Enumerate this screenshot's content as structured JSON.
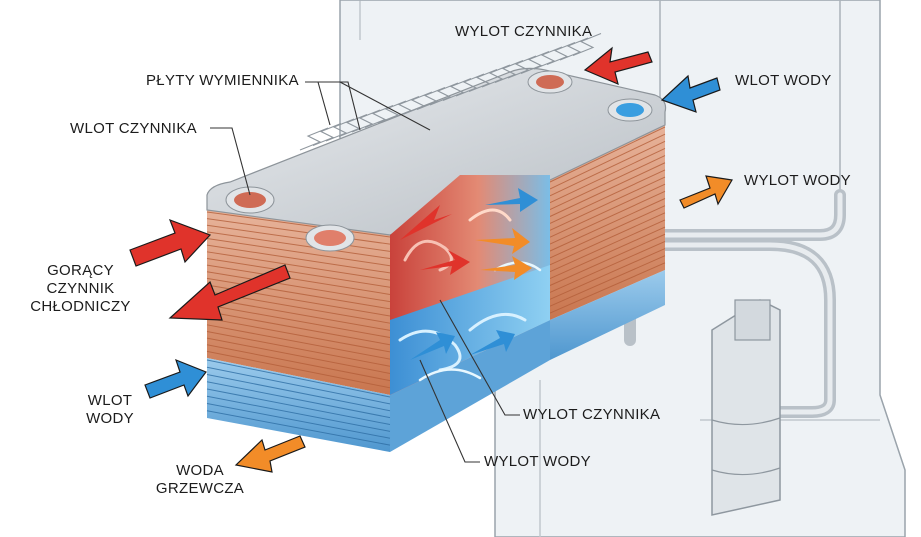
{
  "labels": {
    "wylot_czynnika_top": "WYLOT CZYNNIKA",
    "wlot_wody_top": "WLOT WODY",
    "plyty": "PŁYTY WYMIENNIKA",
    "wlot_czynnika_left": "WLOT CZYNNIKA",
    "wylot_wody_right": "WYLOT WODY",
    "goracy_1": "GORĄCY",
    "goracy_2": "CZYNNIK",
    "goracy_3": "CHŁODNICZY",
    "wlot_wody_left_1": "WLOT",
    "wlot_wody_left_2": "WODY",
    "wylot_czynnika_bottom": "WYLOT CZYNNIKA",
    "wylot_wody_bottom": "WYLOT WODY",
    "woda_1": "WODA",
    "woda_2": "GRZEWCZA"
  },
  "colors": {
    "refrigerant_hot": "#e0332b",
    "water_cold": "#2f8fd6",
    "water_warm": "#f28c28",
    "plate_copper": "#d98b6a",
    "plate_blue": "#7db4dc",
    "housing": "#eef2f5"
  }
}
